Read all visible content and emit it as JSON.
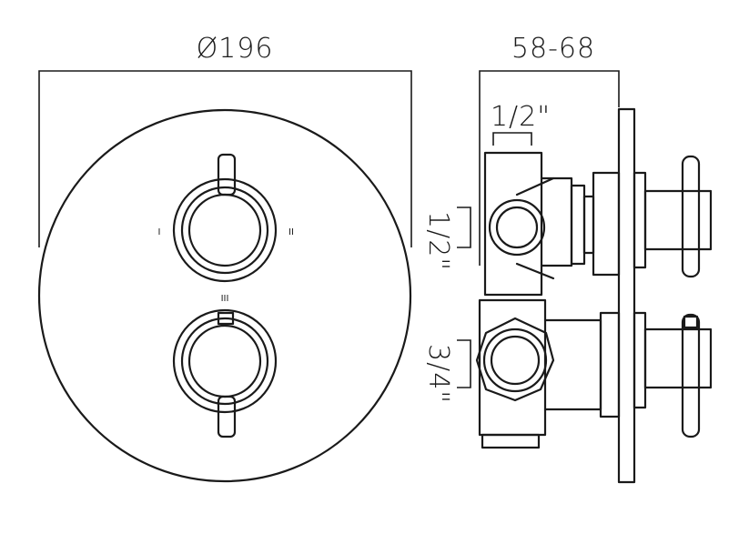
{
  "dimensions": {
    "diameter": "Ø196",
    "depth": "58-68",
    "top_inlet": "1/2\"",
    "side_inlet": "1/2\"",
    "bottom_outlet": "3/4\""
  },
  "front_view": {
    "position_marks": [
      "I",
      "II",
      "III"
    ]
  },
  "colors": {
    "line": "#1a1a1a",
    "background": "#ffffff"
  }
}
